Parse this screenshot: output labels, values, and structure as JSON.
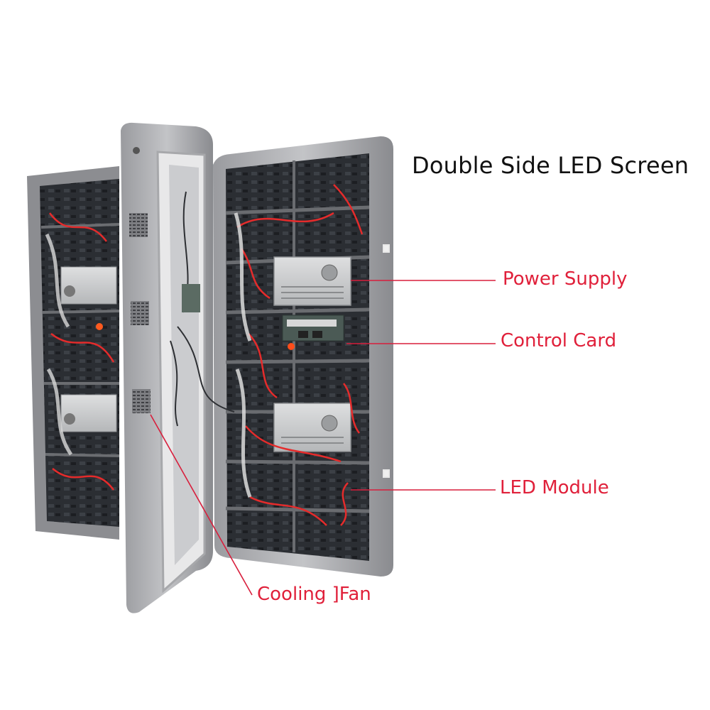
{
  "title": "Double Side LED Screen",
  "callouts": {
    "power_supply": "Power Supply",
    "control_card": "Control Card",
    "led_module": "LED Module",
    "cooling_fan": "Cooling ]Fan"
  },
  "colors": {
    "label_red": "#e0203a",
    "leader_line": "#d81e3c",
    "title": "#111111",
    "cabinet_frame": "#8f9094",
    "module_dark": "#2a2d31",
    "power_supply_metal": "#c9cbcc",
    "cable_red": "#e52b2b"
  },
  "icons": {
    "power_supply": "power-supply-unit",
    "control_card": "control-card-board",
    "fan": "vent-grille"
  }
}
